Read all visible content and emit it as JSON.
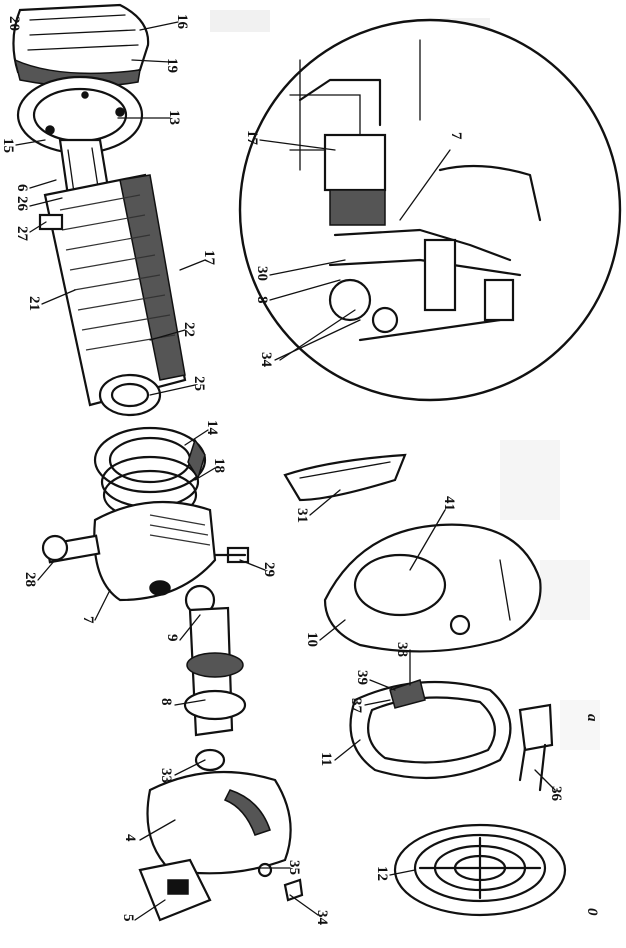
{
  "figure": {
    "view_letters": {
      "a": "a",
      "b": "0"
    }
  },
  "callouts": [
    {
      "id": "c20",
      "text": "20"
    },
    {
      "id": "c16",
      "text": "16"
    },
    {
      "id": "c19",
      "text": "19"
    },
    {
      "id": "c13",
      "text": "13"
    },
    {
      "id": "c15",
      "text": "15"
    },
    {
      "id": "c6",
      "text": "6"
    },
    {
      "id": "c26",
      "text": "26"
    },
    {
      "id": "c27",
      "text": "27"
    },
    {
      "id": "c21",
      "text": "21"
    },
    {
      "id": "c17a",
      "text": "17"
    },
    {
      "id": "c22",
      "text": "22"
    },
    {
      "id": "c25",
      "text": "25"
    },
    {
      "id": "c14",
      "text": "14"
    },
    {
      "id": "c18",
      "text": "18"
    },
    {
      "id": "c28",
      "text": "28"
    },
    {
      "id": "c29",
      "text": "29"
    },
    {
      "id": "c7a",
      "text": "7"
    },
    {
      "id": "c9",
      "text": "9"
    },
    {
      "id": "c8a",
      "text": "8"
    },
    {
      "id": "c33",
      "text": "33"
    },
    {
      "id": "c4",
      "text": "4"
    },
    {
      "id": "c35",
      "text": "35"
    },
    {
      "id": "c5",
      "text": "5"
    },
    {
      "id": "c34a",
      "text": "34"
    },
    {
      "id": "c31",
      "text": "31"
    },
    {
      "id": "c41",
      "text": "41"
    },
    {
      "id": "c10",
      "text": "10"
    },
    {
      "id": "c39",
      "text": "39"
    },
    {
      "id": "c38",
      "text": "38"
    },
    {
      "id": "c37",
      "text": "37"
    },
    {
      "id": "c11",
      "text": "11"
    },
    {
      "id": "c36",
      "text": "36"
    },
    {
      "id": "c12",
      "text": "12"
    },
    {
      "id": "c17b",
      "text": "17"
    },
    {
      "id": "c7b",
      "text": "7"
    },
    {
      "id": "c30",
      "text": "30"
    },
    {
      "id": "c8b",
      "text": "8"
    },
    {
      "id": "c34b",
      "text": "34"
    }
  ]
}
